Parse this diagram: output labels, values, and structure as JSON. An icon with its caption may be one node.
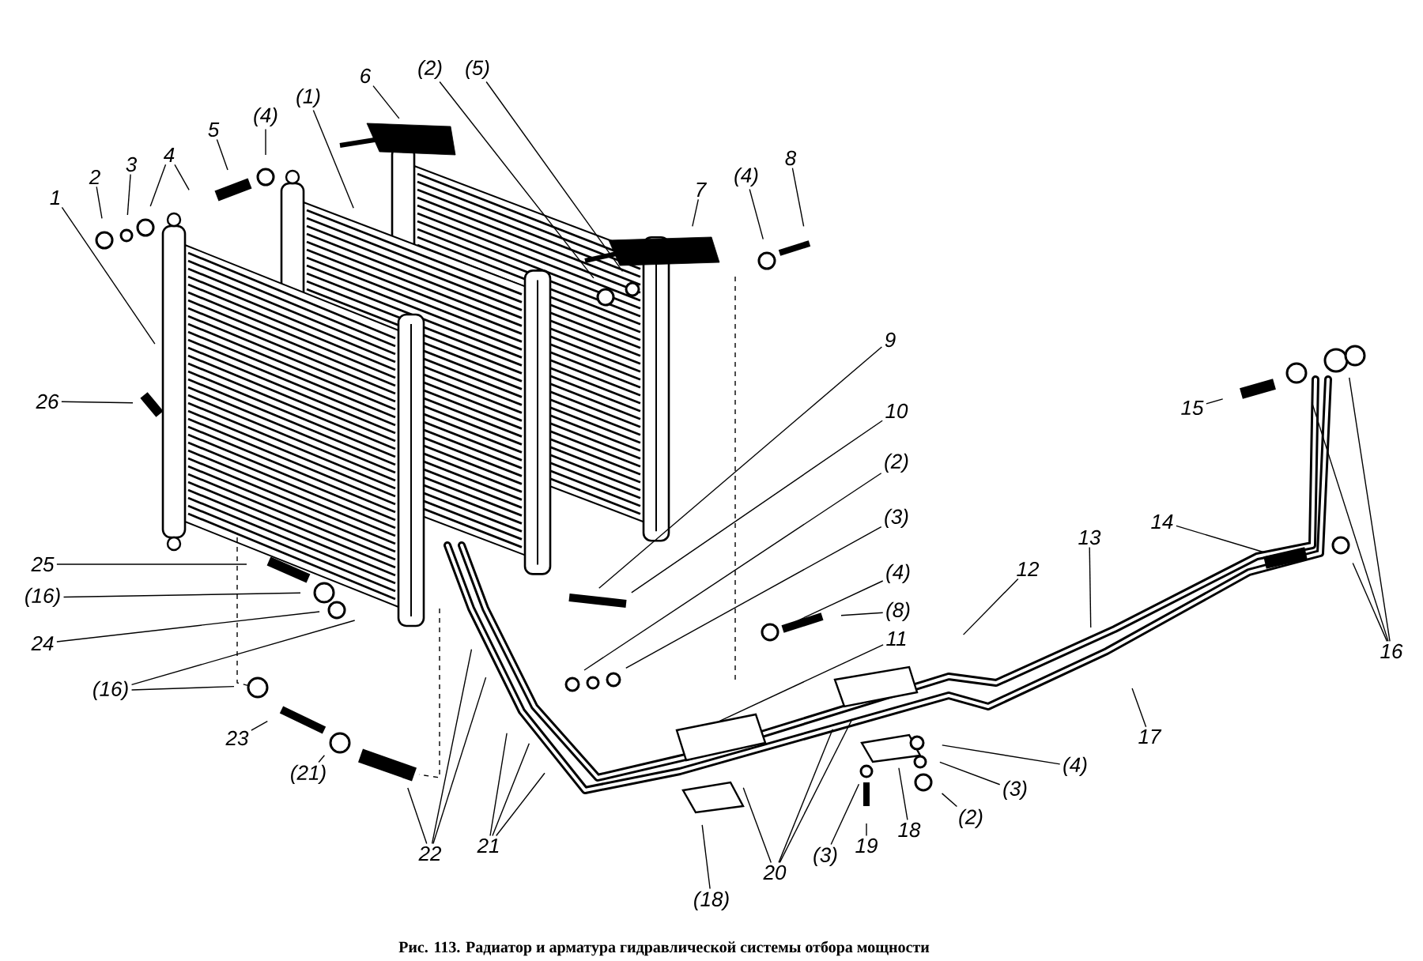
{
  "diagram": {
    "caption": "Рис. 113. Радиатор и арматура гидравлической системы отбора мощности",
    "nodes": [
      {
        "text": [
          "1"
        ]
      },
      {
        "text": [
          "2"
        ]
      },
      {
        "text": [
          "3"
        ]
      },
      {
        "text": [
          "4"
        ]
      },
      {
        "text": [
          "5"
        ]
      },
      {
        "text": [
          "(4)"
        ]
      },
      {
        "text": [
          "(1)"
        ]
      },
      {
        "text": [
          "6"
        ]
      },
      {
        "text": [
          "(2)"
        ]
      },
      {
        "text": [
          "(5)"
        ]
      },
      {
        "text": [
          "7"
        ]
      },
      {
        "text": [
          "(4)"
        ]
      },
      {
        "text": [
          "8"
        ]
      },
      {
        "text": [
          "26"
        ]
      },
      {
        "text": [
          "15"
        ]
      },
      {
        "text": [
          "9"
        ]
      },
      {
        "text": [
          "10"
        ]
      },
      {
        "text": [
          "(2)"
        ]
      },
      {
        "text": [
          "(3)"
        ]
      },
      {
        "text": [
          "14"
        ]
      },
      {
        "text": [
          "25"
        ]
      },
      {
        "text": [
          "12"
        ]
      },
      {
        "text": [
          "13"
        ]
      },
      {
        "text": [
          "(4)"
        ]
      },
      {
        "text": [
          "(16)"
        ]
      },
      {
        "text": [
          "(8)"
        ]
      },
      {
        "text": [
          "11"
        ]
      },
      {
        "text": [
          "24"
        ]
      },
      {
        "text": [
          "16"
        ]
      },
      {
        "text": [
          "(16)"
        ]
      },
      {
        "text": [
          "17"
        ]
      },
      {
        "text": [
          "23"
        ]
      },
      {
        "text": [
          "(4)"
        ]
      },
      {
        "text": [
          "(21)"
        ]
      },
      {
        "text": [
          "(3)"
        ]
      },
      {
        "text": [
          "(2)"
        ]
      },
      {
        "text": [
          "18"
        ]
      },
      {
        "text": [
          "19"
        ]
      },
      {
        "text": [
          "22"
        ]
      },
      {
        "text": [
          "(3)"
        ]
      },
      {
        "text": [
          "21"
        ]
      },
      {
        "text": [
          "20"
        ]
      },
      {
        "text": [
          "(18)"
        ]
      }
    ],
    "edges": [
      {
        "from": 0,
        "to": null,
        "arrow": "none"
      },
      {
        "from": 1,
        "to": null,
        "arrow": "none"
      },
      {
        "from": 2,
        "to": null,
        "arrow": "none"
      },
      {
        "from": 3,
        "to": null,
        "arrow": "none"
      },
      {
        "from": 3,
        "to": null,
        "arrow": "none"
      },
      {
        "from": 4,
        "to": null,
        "arrow": "none"
      },
      {
        "from": 5,
        "to": null,
        "arrow": "none"
      },
      {
        "from": 6,
        "to": null,
        "arrow": "none"
      },
      {
        "from": 7,
        "to": null,
        "arrow": "none"
      },
      {
        "from": 8,
        "to": null,
        "arrow": "none"
      },
      {
        "from": 9,
        "to": null,
        "arrow": "none"
      },
      {
        "from": 10,
        "to": null,
        "arrow": "none"
      },
      {
        "from": 11,
        "to": null,
        "arrow": "none"
      },
      {
        "from": 12,
        "to": null,
        "arrow": "none"
      },
      {
        "from": 13,
        "to": null,
        "arrow": "none"
      },
      {
        "from": 14,
        "to": null,
        "arrow": "none"
      },
      {
        "from": 15,
        "to": null,
        "arrow": "none"
      },
      {
        "from": 16,
        "to": null,
        "arrow": "none"
      },
      {
        "from": 17,
        "to": null,
        "arrow": "none"
      },
      {
        "from": 18,
        "to": null,
        "arrow": "none"
      },
      {
        "from": 19,
        "to": null,
        "arrow": "none"
      },
      {
        "from": 20,
        "to": null,
        "arrow": "none"
      },
      {
        "from": 21,
        "to": null,
        "arrow": "none"
      },
      {
        "from": 22,
        "to": null,
        "arrow": "none"
      },
      {
        "from": 23,
        "to": null,
        "arrow": "none"
      },
      {
        "from": 24,
        "to": null,
        "arrow": "none"
      },
      {
        "from": 25,
        "to": null,
        "arrow": "none"
      },
      {
        "from": 26,
        "to": null,
        "arrow": "none"
      },
      {
        "from": 27,
        "to": null,
        "arrow": "none"
      },
      {
        "from": 28,
        "to": null,
        "arrow": "none"
      },
      {
        "from": 28,
        "to": null,
        "arrow": "none"
      },
      {
        "from": 28,
        "to": null,
        "arrow": "none"
      },
      {
        "from": 29,
        "to": null,
        "arrow": "none"
      },
      {
        "from": 29,
        "to": null,
        "arrow": "none"
      },
      {
        "from": 30,
        "to": null,
        "arrow": "none"
      },
      {
        "from": 31,
        "to": null,
        "arrow": "none"
      },
      {
        "from": 32,
        "to": null,
        "arrow": "none"
      },
      {
        "from": 33,
        "to": null,
        "arrow": "none"
      },
      {
        "from": 34,
        "to": null,
        "arrow": "none"
      },
      {
        "from": 35,
        "to": null,
        "arrow": "none"
      },
      {
        "from": 36,
        "to": null,
        "arrow": "none"
      },
      {
        "from": 37,
        "to": null,
        "arrow": "none"
      },
      {
        "from": 38,
        "to": null,
        "arrow": "none"
      },
      {
        "from": 38,
        "to": null,
        "arrow": "none"
      },
      {
        "from": 38,
        "to": null,
        "arrow": "none"
      },
      {
        "from": 39,
        "to": null,
        "arrow": "none"
      },
      {
        "from": 40,
        "to": null,
        "arrow": "none"
      },
      {
        "from": 40,
        "to": null,
        "arrow": "none"
      },
      {
        "from": 40,
        "to": null,
        "arrow": "none"
      },
      {
        "from": 41,
        "to": null,
        "arrow": "none"
      },
      {
        "from": 41,
        "to": null,
        "arrow": "none"
      },
      {
        "from": 41,
        "to": null,
        "arrow": "none"
      },
      {
        "from": 42,
        "to": null,
        "arrow": "none"
      }
    ]
  }
}
